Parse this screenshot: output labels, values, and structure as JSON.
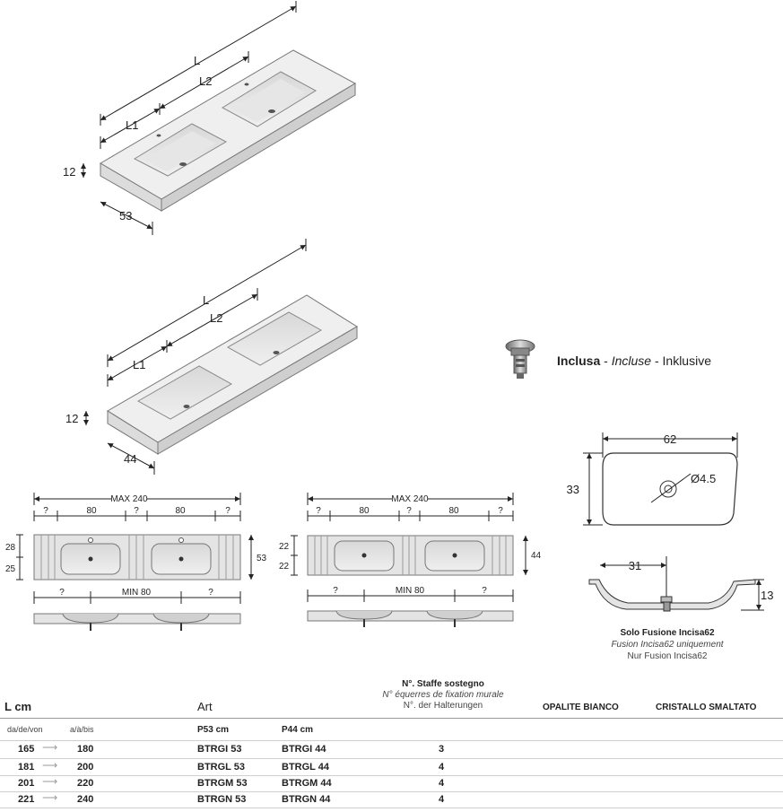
{
  "drawing1": {
    "L": "L",
    "L2": "L2",
    "L1": "L1",
    "height": "12",
    "depth": "53"
  },
  "drawing2": {
    "L": "L",
    "L2": "L2",
    "L1": "L1",
    "height": "12",
    "depth": "44"
  },
  "inclusa": {
    "it": "Inclusa",
    "sep1": " - ",
    "fr": "Incluse",
    "sep2": " - ",
    "de": "Inklusive"
  },
  "top_view_left": {
    "max": "MAX 240",
    "q1": "?",
    "w1": "80",
    "q2": "?",
    "w2": "80",
    "q3": "?",
    "d1": "28",
    "d2": "25",
    "depth": "53",
    "bq1": "?",
    "min": "MIN 80",
    "bq2": "?"
  },
  "top_view_right": {
    "max": "MAX 240",
    "q1": "?",
    "w1": "80",
    "q2": "?",
    "w2": "80",
    "q3": "?",
    "d1": "22",
    "d2": "22",
    "depth": "44",
    "bq1": "?",
    "min": "MIN 80",
    "bq2": "?"
  },
  "basin_detail": {
    "width": "62",
    "depth": "33",
    "hole": "Ø4.5",
    "offset": "31",
    "height": "13",
    "caption_it": "Solo Fusione Incisa62",
    "caption_fr": "Fusion Incisa62 uniquement",
    "caption_de": "Nur Fusion Incisa62"
  },
  "table": {
    "col_l": "L cm",
    "col_art": "Art",
    "staffe_it": "N°. Staffe sostegno",
    "staffe_fr": "N° équerres de fixation murale",
    "staffe_de": "N°. der Halterungen",
    "col_opalite": "OPALITE BIANCO",
    "col_cristallo": "CRISTALLO SMALTATO",
    "from": "da/de/von",
    "to": "a/à/bis",
    "p53": "P53 cm",
    "p44": "P44 cm",
    "rows": [
      {
        "from": "165",
        "to": "180",
        "p53": "BTRGI 53",
        "p44": "BTRGI 44",
        "n": "3"
      },
      {
        "from": "181",
        "to": "200",
        "p53": "BTRGL 53",
        "p44": "BTRGL 44",
        "n": "4"
      },
      {
        "from": "201",
        "to": "220",
        "p53": "BTRGM 53",
        "p44": "BTRGM 44",
        "n": "4"
      },
      {
        "from": "221",
        "to": "240",
        "p53": "BTRGN 53",
        "p44": "BTRGN 44",
        "n": "4"
      }
    ]
  }
}
